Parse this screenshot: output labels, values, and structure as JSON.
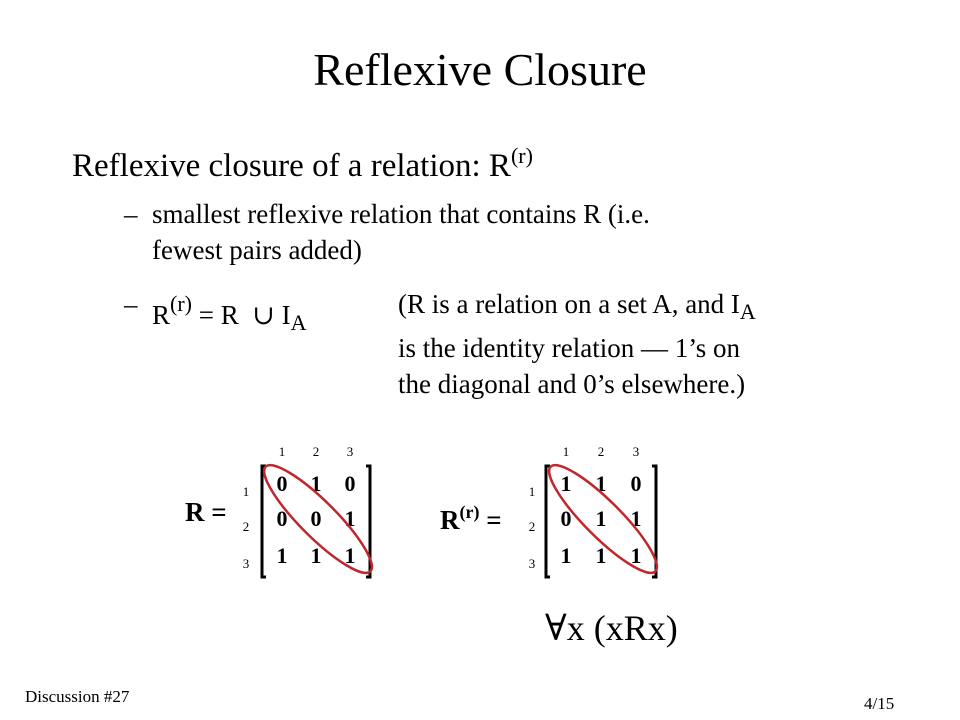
{
  "title": "Reflexive Closure",
  "heading": {
    "text": "Reflexive closure of a relation: R",
    "sup": "(r)"
  },
  "bullets": [
    {
      "dash": "–",
      "line1": "smallest reflexive relation that contains R (i.e.",
      "line2": "fewest pairs added)"
    },
    {
      "dash": "–",
      "lhs_r": "R",
      "lhs_sup": "(r)",
      "lhs_rest": " = R  ∪ I",
      "lhs_sub": "A",
      "paren_line1": "(R is a relation on a set A, and I",
      "paren_line1_sub": "A",
      "paren_line2": "is the identity relation — 1’s on",
      "paren_line3": "the diagonal and 0’s elsewhere.)"
    }
  ],
  "matrices": [
    {
      "label": "R =",
      "label_sup": "",
      "col_indices": [
        "1",
        "2",
        "3"
      ],
      "row_indices": [
        "1",
        "2",
        "3"
      ],
      "rows": [
        [
          "0",
          "1",
          "0"
        ],
        [
          "0",
          "0",
          "1"
        ],
        [
          "1",
          "1",
          "1"
        ]
      ]
    },
    {
      "label": "R",
      "label_sup": "(r)",
      "label_rest": " =",
      "col_indices": [
        "1",
        "2",
        "3"
      ],
      "row_indices": [
        "1",
        "2",
        "3"
      ],
      "rows": [
        [
          "1",
          "1",
          "0"
        ],
        [
          "0",
          "1",
          "1"
        ],
        [
          "1",
          "1",
          "1"
        ]
      ]
    }
  ],
  "formula": "∀x (xRx)",
  "footer": {
    "left": "Discussion #27",
    "right": "4/15"
  },
  "colors": {
    "diagonal_ellipse": "#c0272d",
    "text": "#000000"
  }
}
